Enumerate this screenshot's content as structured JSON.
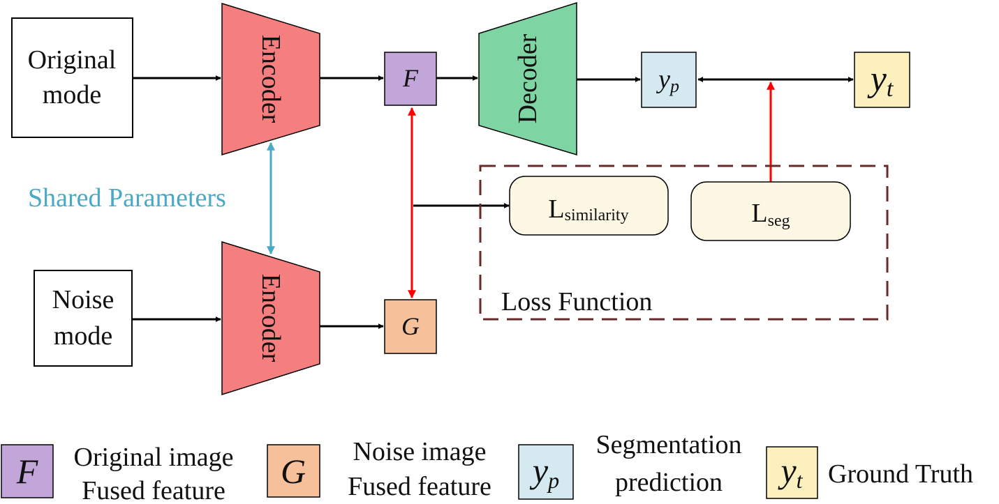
{
  "colors": {
    "encoder_fill": "#f57f7f",
    "decoder_fill": "#7fd4a4",
    "F_fill": "#c3a6d9",
    "G_fill": "#f6c09a",
    "yp_fill": "#d5eaf0",
    "yt_fill": "#fdf0bf",
    "loss_box_fill": "#fdf8e4",
    "loss_border": "#6b2a2a",
    "shared_color": "#4aa9c6",
    "red_arrow": "#ff0000",
    "black_arrow": "#000000"
  },
  "nodes": {
    "original_mode": [
      "Original",
      "mode"
    ],
    "noise_mode": [
      "Noise",
      "mode"
    ],
    "encoder_top": "Encoder",
    "encoder_bottom": "Encoder",
    "decoder": "Decoder",
    "F": "F",
    "G": "G",
    "yp": {
      "base": "y",
      "sub": "p"
    },
    "yt": {
      "base": "y",
      "sub": "t"
    },
    "shared_parameters": "Shared Parameters"
  },
  "loss": {
    "title": "Loss Function",
    "similarity": {
      "base": "L",
      "sub": "similarity"
    },
    "seg": {
      "base": "L",
      "sub": "seg"
    }
  },
  "legend": [
    {
      "symbol": "F",
      "sub": "",
      "lines": [
        "Original image",
        "Fused feature"
      ]
    },
    {
      "symbol": "G",
      "sub": "",
      "lines": [
        "Noise image",
        "Fused feature"
      ]
    },
    {
      "symbol": "y",
      "sub": "p",
      "lines": [
        "Segmentation",
        "prediction"
      ]
    },
    {
      "symbol": "y",
      "sub": "t",
      "lines": [
        "Ground Truth"
      ]
    }
  ]
}
